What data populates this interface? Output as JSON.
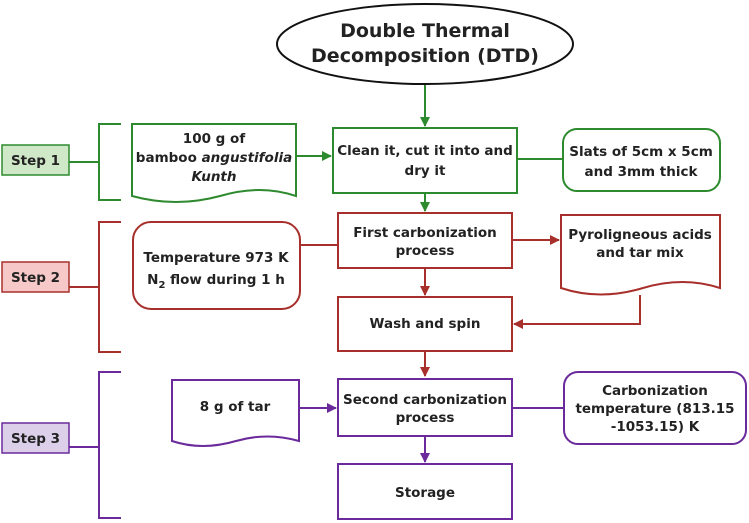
{
  "title": [
    "Double Thermal",
    "Decomposition (DTD)"
  ],
  "colors": {
    "green": "#2e8a2e",
    "red": "#a8302c",
    "purple": "#6a2a9c",
    "step1_fill": "#cfe8c8",
    "step2_fill": "#f6c8c8",
    "step3_fill": "#dccfea"
  },
  "steps": {
    "step1": "Step 1",
    "step2": "Step 2",
    "step3": "Step 3"
  },
  "step1": {
    "input": {
      "line1": "100 g of",
      "line2a": "bamboo ",
      "line2b": "angustifolia",
      "line3": "Kunth"
    },
    "process": [
      "Clean it, cut it into and",
      "dry it"
    ],
    "output": [
      "Slats of 5cm x 5cm",
      "and 3mm thick"
    ]
  },
  "step2": {
    "condition": {
      "line1": "Temperature 973 K",
      "line2a": "N",
      "line2sub": "2",
      "line2b": " flow during 1 h"
    },
    "process": [
      "First carbonization",
      "process"
    ],
    "output": [
      "Pyroligneous acids",
      "and tar mix"
    ],
    "wash": "Wash and spin"
  },
  "step3": {
    "input": "8 g of tar",
    "process": [
      "Second carbonization",
      "process"
    ],
    "condition": [
      "Carbonization",
      "temperature (813.15",
      "-1053.15) K"
    ],
    "storage": "Storage"
  }
}
